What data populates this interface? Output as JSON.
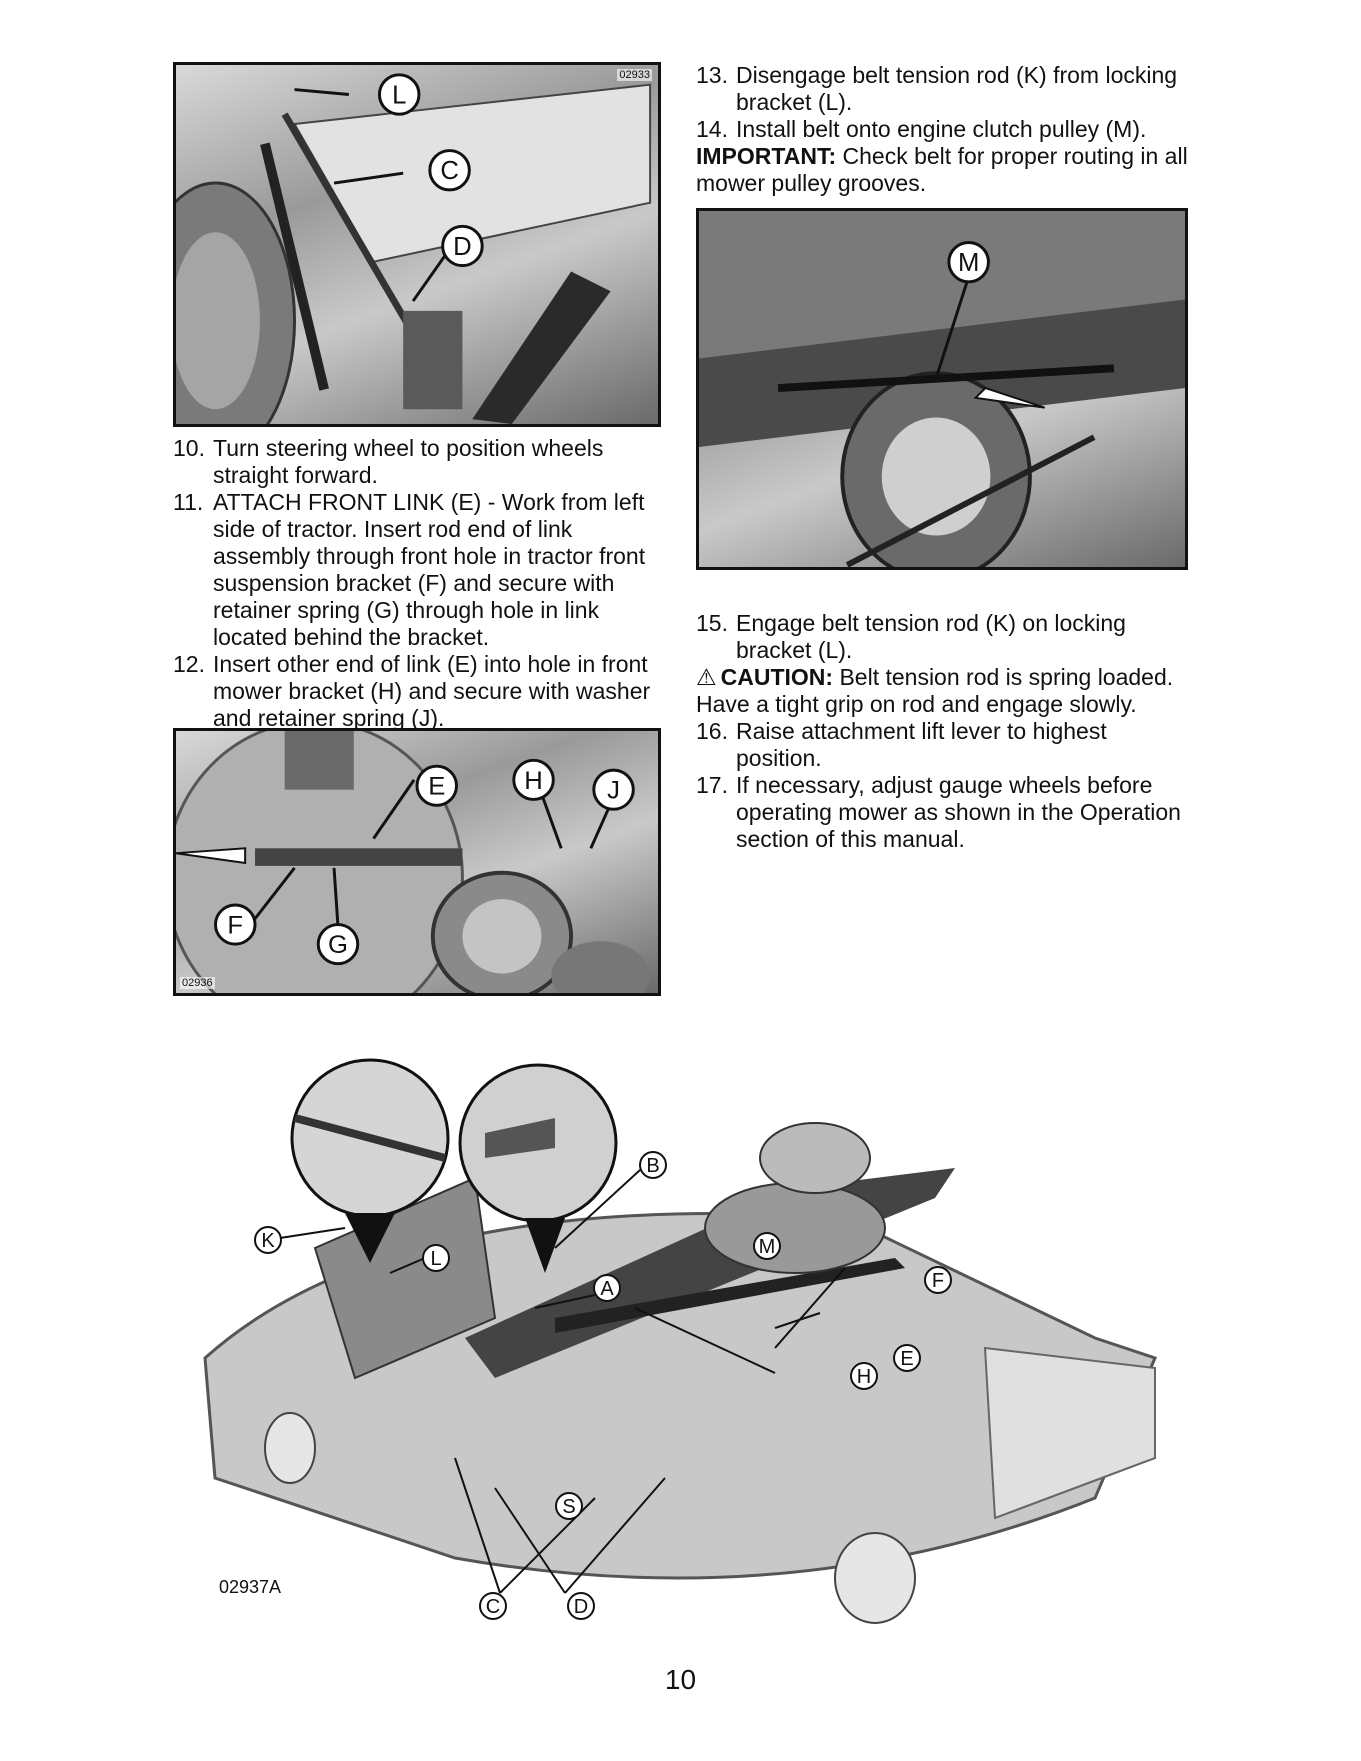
{
  "figures": {
    "fig1": {
      "code": "02933",
      "callouts": [
        "L",
        "C",
        "D"
      ]
    },
    "fig2": {
      "code": "02936",
      "callouts": [
        "E",
        "H",
        "J",
        "F",
        "G"
      ]
    },
    "fig3": {
      "code": "",
      "callouts": [
        "M"
      ]
    },
    "fig4": {
      "code": "02937A",
      "callouts": [
        "L",
        "K",
        "B",
        "M",
        "F",
        "A",
        "E",
        "H",
        "S",
        "C",
        "D"
      ]
    }
  },
  "left_steps": [
    {
      "num": "10.",
      "text": "Turn steering wheel to position wheels straight forward."
    },
    {
      "num": "11.",
      "text": "ATTACH FRONT LINK (E) - Work from left side of tractor. Insert rod end of link assembly through front hole in tractor front suspension bracket (F) and secure with retainer spring (G) through hole in link located behind the bracket."
    },
    {
      "num": "12.",
      "text": "Insert other end of link (E) into hole in front mower bracket (H) and secure with washer and retainer spring (J)."
    }
  ],
  "right_top_steps": [
    {
      "num": "13.",
      "text": "Disengage belt tension rod (K) from locking bracket (L)."
    },
    {
      "num": "14.",
      "text": "Install belt onto engine clutch pulley (M)."
    }
  ],
  "important": {
    "label": "IMPORTANT:",
    "text": " Check belt for proper routing in all mower pulley grooves."
  },
  "step15": {
    "num": "15.",
    "text": "Engage belt tension rod (K) on locking bracket (L)."
  },
  "caution": {
    "icon": "⚠",
    "label": "CAUTION:",
    "text": " Belt tension rod is spring loaded. Have a tight grip on rod and engage slowly."
  },
  "right_bottom_steps": [
    {
      "num": "16.",
      "text": "Raise attachment lift lever to highest position."
    },
    {
      "num": "17.",
      "text": "If necessary, adjust gauge wheels before operating mower as shown in the Operation section of this manual."
    }
  ],
  "page_number": "10"
}
